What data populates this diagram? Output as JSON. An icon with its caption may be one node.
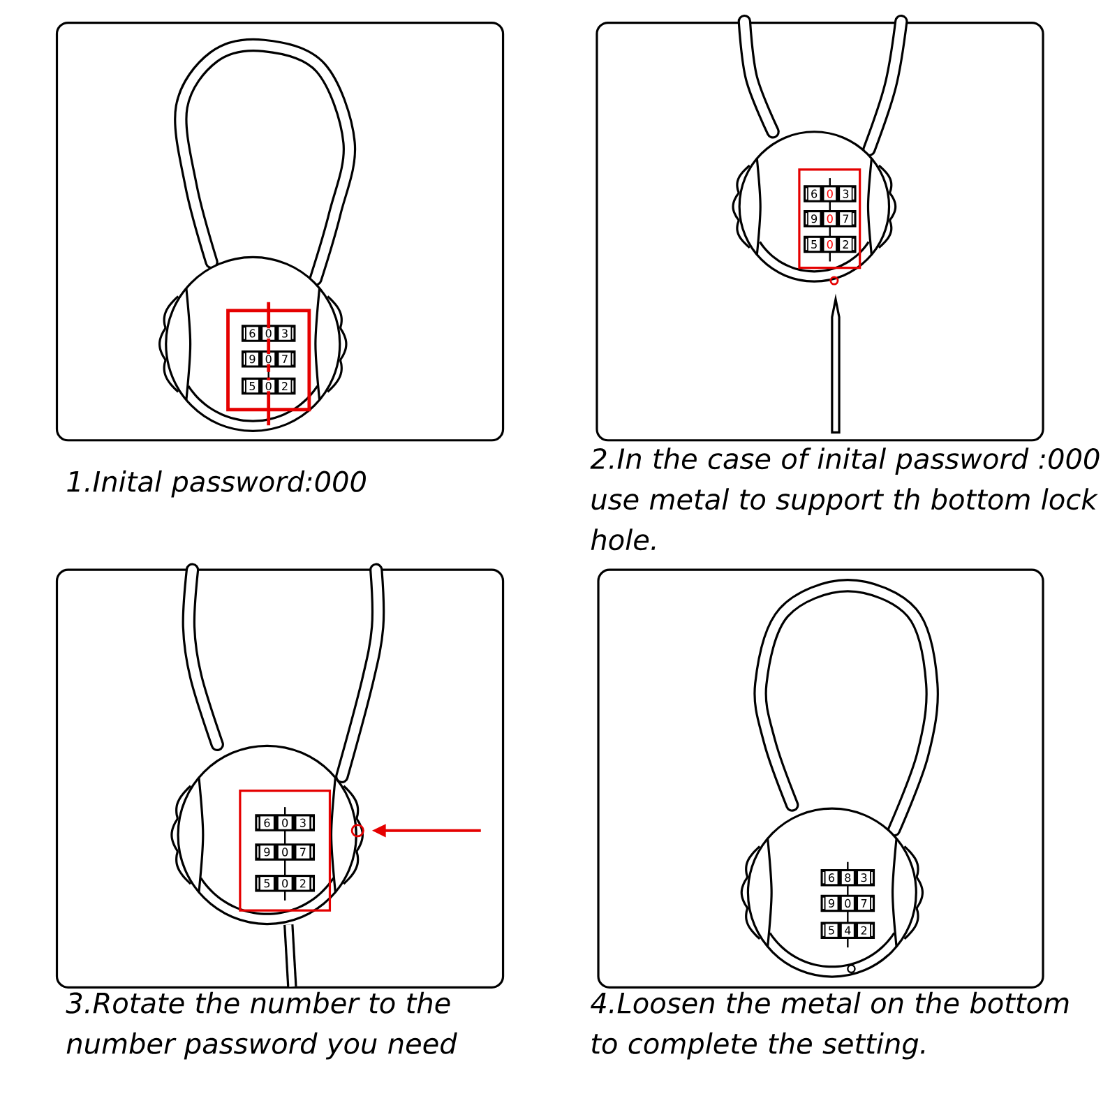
{
  "diagram": {
    "nodes": [
      {
        "text": [],
        "shape": "box",
        "beside": [
          "1.Inital password:000"
        ]
      },
      {
        "text": [],
        "shape": "box",
        "beside": [
          "2.In the case of inital password :000 use metal to support th bottom lock hole."
        ]
      },
      {
        "text": [],
        "shape": "box",
        "beside": [
          "3.Rotate the number to the number password you need"
        ]
      },
      {
        "text": [],
        "shape": "box",
        "beside": [
          "4.Loosen the metal on the bottom to complete the setting."
        ]
      }
    ],
    "labels": [
      "6",
      "0",
      "3",
      "9",
      "0",
      "7",
      "5",
      "0",
      "2",
      "6",
      "0",
      "3",
      "9",
      "0",
      "7",
      "5",
      "0",
      "2",
      "6",
      "0",
      "3",
      "9",
      "0",
      "7",
      "5",
      "0",
      "2",
      "6",
      "8",
      "3",
      "9",
      "0",
      "7",
      "5",
      "4",
      "2"
    ]
  }
}
